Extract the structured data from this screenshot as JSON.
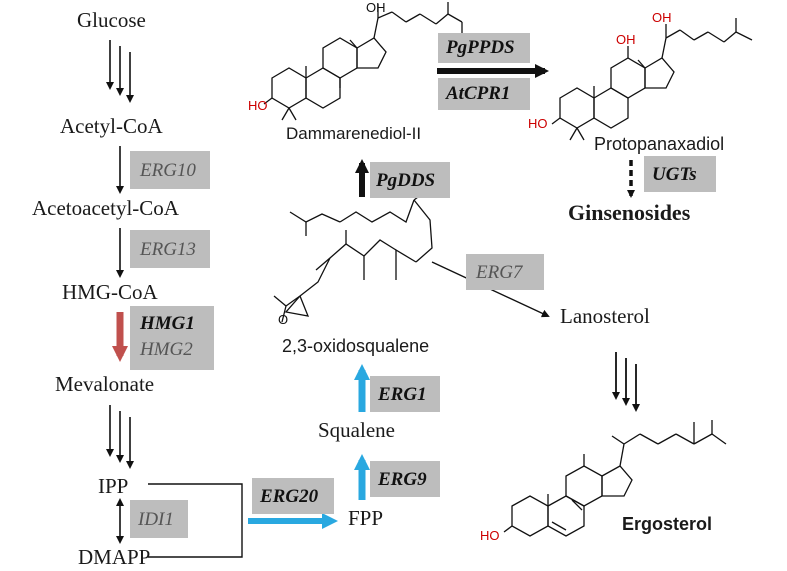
{
  "metabolites": {
    "glucose": "Glucose",
    "acetyl_coa": "Acetyl-CoA",
    "acetoacetyl_coa": "Acetoacetyl-CoA",
    "hmg_coa": "HMG-CoA",
    "mevalonate": "Mevalonate",
    "ipp": "IPP",
    "dmapp": "DMAPP",
    "fpp": "FPP",
    "squalene": "Squalene",
    "oxidosqualene": "2,3-oxidosqualene",
    "dammarenediol": "Dammarenediol-II",
    "protopanaxadiol": "Protopanaxadiol",
    "ginsenosides": "Ginsenosides",
    "lanosterol": "Lanosterol",
    "ergosterol": "Ergosterol"
  },
  "enzymes": {
    "erg10": "ERG10",
    "erg13": "ERG13",
    "hmg1": "HMG1",
    "hmg2": "HMG2",
    "idi1": "IDI1",
    "erg20": "ERG20",
    "erg9": "ERG9",
    "erg1": "ERG1",
    "erg7": "ERG7",
    "pgdds": "PgDDS",
    "pgppds": "PgPPDS",
    "atcpr1": "AtCPR1",
    "ugts": "UGTs"
  },
  "structure_labels": {
    "oh": "OH",
    "ho": "HO"
  },
  "colors": {
    "enzyme_box": "#bdbdbd",
    "upregulated_arrow": "#29a8e0",
    "hmg_arrow": "#c0504d",
    "hydroxyl_label": "#cc0000",
    "text": "#1a1a1a"
  }
}
